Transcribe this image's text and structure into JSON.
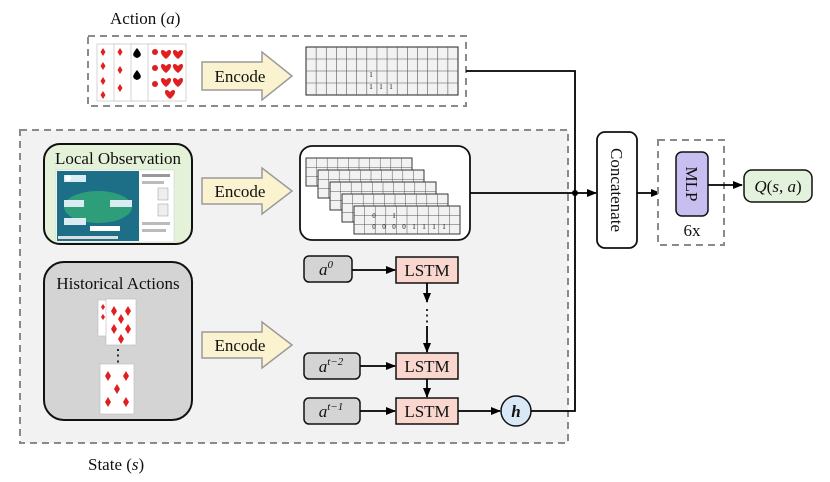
{
  "labels": {
    "action_title": "Action (",
    "action_var": "a",
    "action_close": ")",
    "state_title": "State (",
    "state_var": "s",
    "state_close": ")",
    "encode": "Encode",
    "local_observation": "Local Observation",
    "historical_actions": "Historical Actions",
    "concatenate": "Concatenate",
    "mlp": "MLP",
    "mlp_repeat": "6x",
    "lstm": "LSTM",
    "h": "h",
    "a_var": "a",
    "sup_0": "0",
    "sup_t2": "t−2",
    "sup_t1": "t−1",
    "q_Q": "Q",
    "q_open": "(",
    "q_s": "s",
    "q_comma": ", ",
    "q_a": "a",
    "q_close": ")",
    "vdots": "⋮"
  },
  "action_grid_values": [
    "1",
    "1",
    "1",
    "1"
  ],
  "obs_grid_values": [
    "0",
    "0",
    "1",
    "0",
    "0",
    "0",
    "1",
    "1",
    "1",
    "1"
  ],
  "colors": {
    "encode_arrow": "#fbf3cf",
    "lstm_fill": "#f9d7cf",
    "mlp_fill": "#c8bff0",
    "output_fill": "#e2f2dc",
    "local_obs_fill": "#e3f2d9",
    "hist_fill": "#d4d4d4",
    "state_bg": "#f2f2f2",
    "h_fill": "#d9e8f7",
    "card_red": "#e02020"
  },
  "icons": [
    "card-icon",
    "game-screenshot-icon",
    "right-arrow-icon"
  ]
}
